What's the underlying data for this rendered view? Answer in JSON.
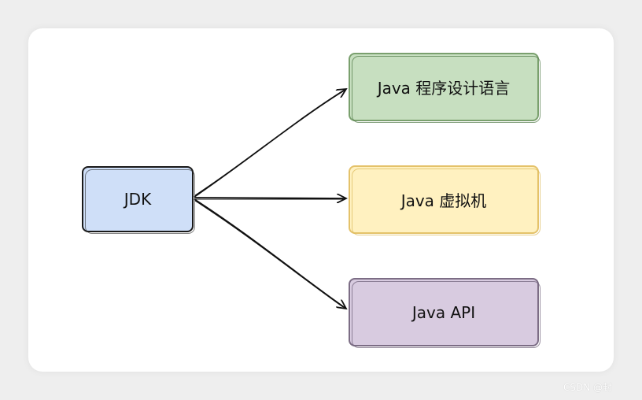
{
  "diagram": {
    "root": {
      "label": "JDK",
      "color": "#cfdff8"
    },
    "children": [
      {
        "label": "Java 程序设计语言",
        "color": "#c7dfc0"
      },
      {
        "label": "Java 虚拟机",
        "color": "#fff1c0"
      },
      {
        "label": "Java API",
        "color": "#d8cbe0"
      }
    ]
  },
  "watermark": {
    "text": "CSDN @封"
  }
}
